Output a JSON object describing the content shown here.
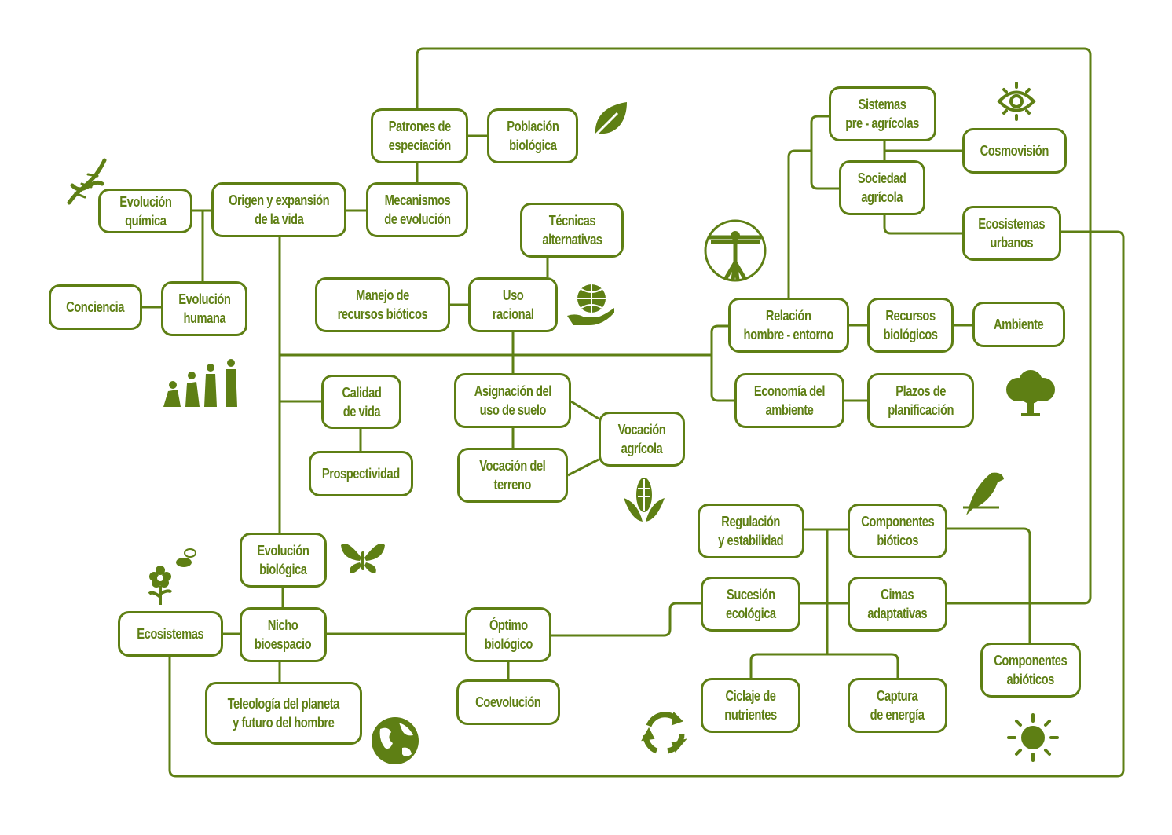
{
  "colors": {
    "primary": "#5e7f14",
    "background": "#ffffff"
  },
  "nodes": [
    "Evolución\nquímica",
    "Origen y expansión\nde la vida",
    "Patrones de\nespeciación",
    "Población\nbiológica",
    "Mecanismos\nde evolución",
    "Conciencia",
    "Evolución\nhumana",
    "Técnicas\nalternativas",
    "Manejo de\nrecursos bióticos",
    "Uso\nracional",
    "Sistemas\npre - agrícolas",
    "Cosmovisión",
    "Sociedad\nagrícola",
    "Ecosistemas\nurbanos",
    "Relación\nhombre - entorno",
    "Recursos\nbiológicos",
    "Ambiente",
    "Economía del\nambiente",
    "Plazos de\nplanificación",
    "Calidad\nde vida",
    "Prospectividad",
    "Asignación del\nuso de suelo",
    "Vocación\nagrícola",
    "Vocación del\nterreno",
    "Evolución\nbiológica",
    "Ecosistemas",
    "Nicho\nbioespacio",
    "Óptimo\nbiológico",
    "Teleología del planeta\ny futuro del hombre",
    "Coevolución",
    "Regulación\ny estabilidad",
    "Componentes\nbióticos",
    "Sucesión\necológica",
    "Cimas\nadaptativas",
    "Ciclaje de\nnutrientes",
    "Captura\nde energía",
    "Componentes\nabióticos"
  ],
  "icons": [
    "dna-icon",
    "leaf-icon",
    "eye-icon",
    "vitruvian-man-icon",
    "globe-hand-icon",
    "tree-icon",
    "human-evolution-icon",
    "corn-icon",
    "bird-icon",
    "butterfly-icon",
    "flower-bee-icon",
    "earth-icon",
    "recycle-icon",
    "sun-icon"
  ]
}
